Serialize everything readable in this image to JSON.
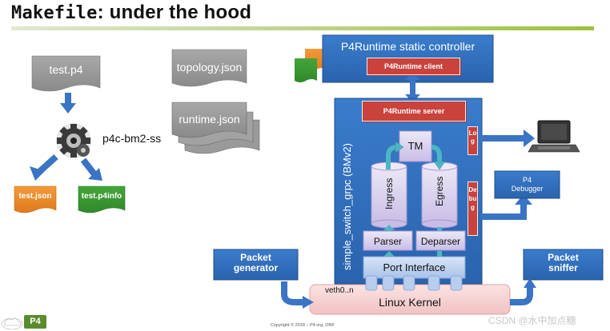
{
  "title": {
    "code": "Makefile",
    "rest": ": under the hood"
  },
  "files": {
    "source": "test.p4",
    "topology": "topology.json",
    "runtime": "runtime.json",
    "out_json": "test.json",
    "out_p4info": "test.p4info"
  },
  "compiler_label": "p4c-bm2-ss",
  "controller": {
    "title": "P4Runtime static controller",
    "client": "P4Runtime client"
  },
  "switch": {
    "server": "P4Runtime server",
    "name": "simple_switch_grpc (BMv2)",
    "tm": "TM",
    "ingress": "Ingress",
    "egress": "Egress",
    "parser": "Parser",
    "deparser": "Deparser",
    "port_interface": "Port Interface",
    "log": "Log",
    "debug": "Debug"
  },
  "debugger": "P4\nDebugger",
  "packet_generator": "Packet\ngenerator",
  "packet_sniffer": "Packet\nsniffer",
  "linux_kernel": "Linux Kernel",
  "veth_label": "veth0..n",
  "footer": "Copyright © 2018 – P4.org, ONF",
  "logo_text": "P4",
  "watermark": "CSDN @水中加点糖",
  "colors": {
    "navy_box": "#2f6eb9",
    "red_box": "#c9423c",
    "arrow_blue": "#3a74c4",
    "teal_arrow": "#4db6c4",
    "kernel_pink": "#f6d3d3",
    "green_bar": "#9dc23b"
  }
}
